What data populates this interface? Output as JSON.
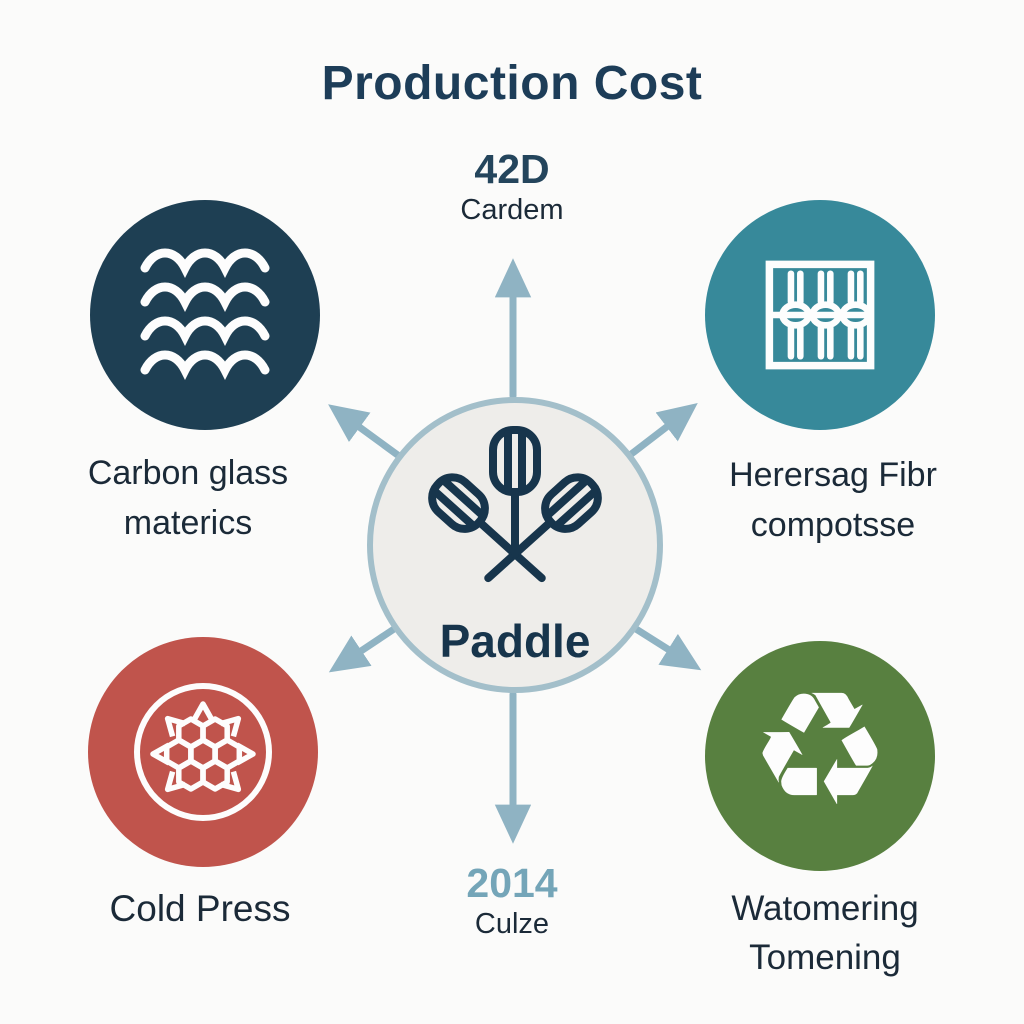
{
  "title": "Production Cost",
  "center": {
    "label": "Paddle",
    "icon": "paddles-icon"
  },
  "nodes": {
    "top": {
      "value": "42D",
      "caption": "Cardem"
    },
    "left": {
      "line1": "Carbon glass",
      "line2": "materics",
      "icon": "waves-icon"
    },
    "right": {
      "line1": "Herersag Fibr",
      "line2": "compotsse",
      "icon": "loom-grid-icon"
    },
    "bottom": {
      "value": "2014",
      "caption": "Culze"
    },
    "bottom_left": {
      "line1": "Cold Press",
      "icon": "honeycomb-icon"
    },
    "bottom_right": {
      "line1": "Watomering",
      "line2": "Tomening",
      "icon": "recycle-icon",
      "glyph": "♻"
    }
  },
  "colors": {
    "bg": "#fbfbfa",
    "navy": "#1e3f53",
    "teal": "#37899a",
    "red": "#c0544c",
    "green": "#588040",
    "center-fill": "#eeedea",
    "ring": "#a3bfca",
    "arrow": "#8fb3c3",
    "title-text": "#1d3d58",
    "dark-text": "#1b2a38",
    "value-text": "#24455c",
    "steel-text": "#74a5b8",
    "icon-white": "#fdfdfd",
    "paddle-ink": "#17354c"
  }
}
